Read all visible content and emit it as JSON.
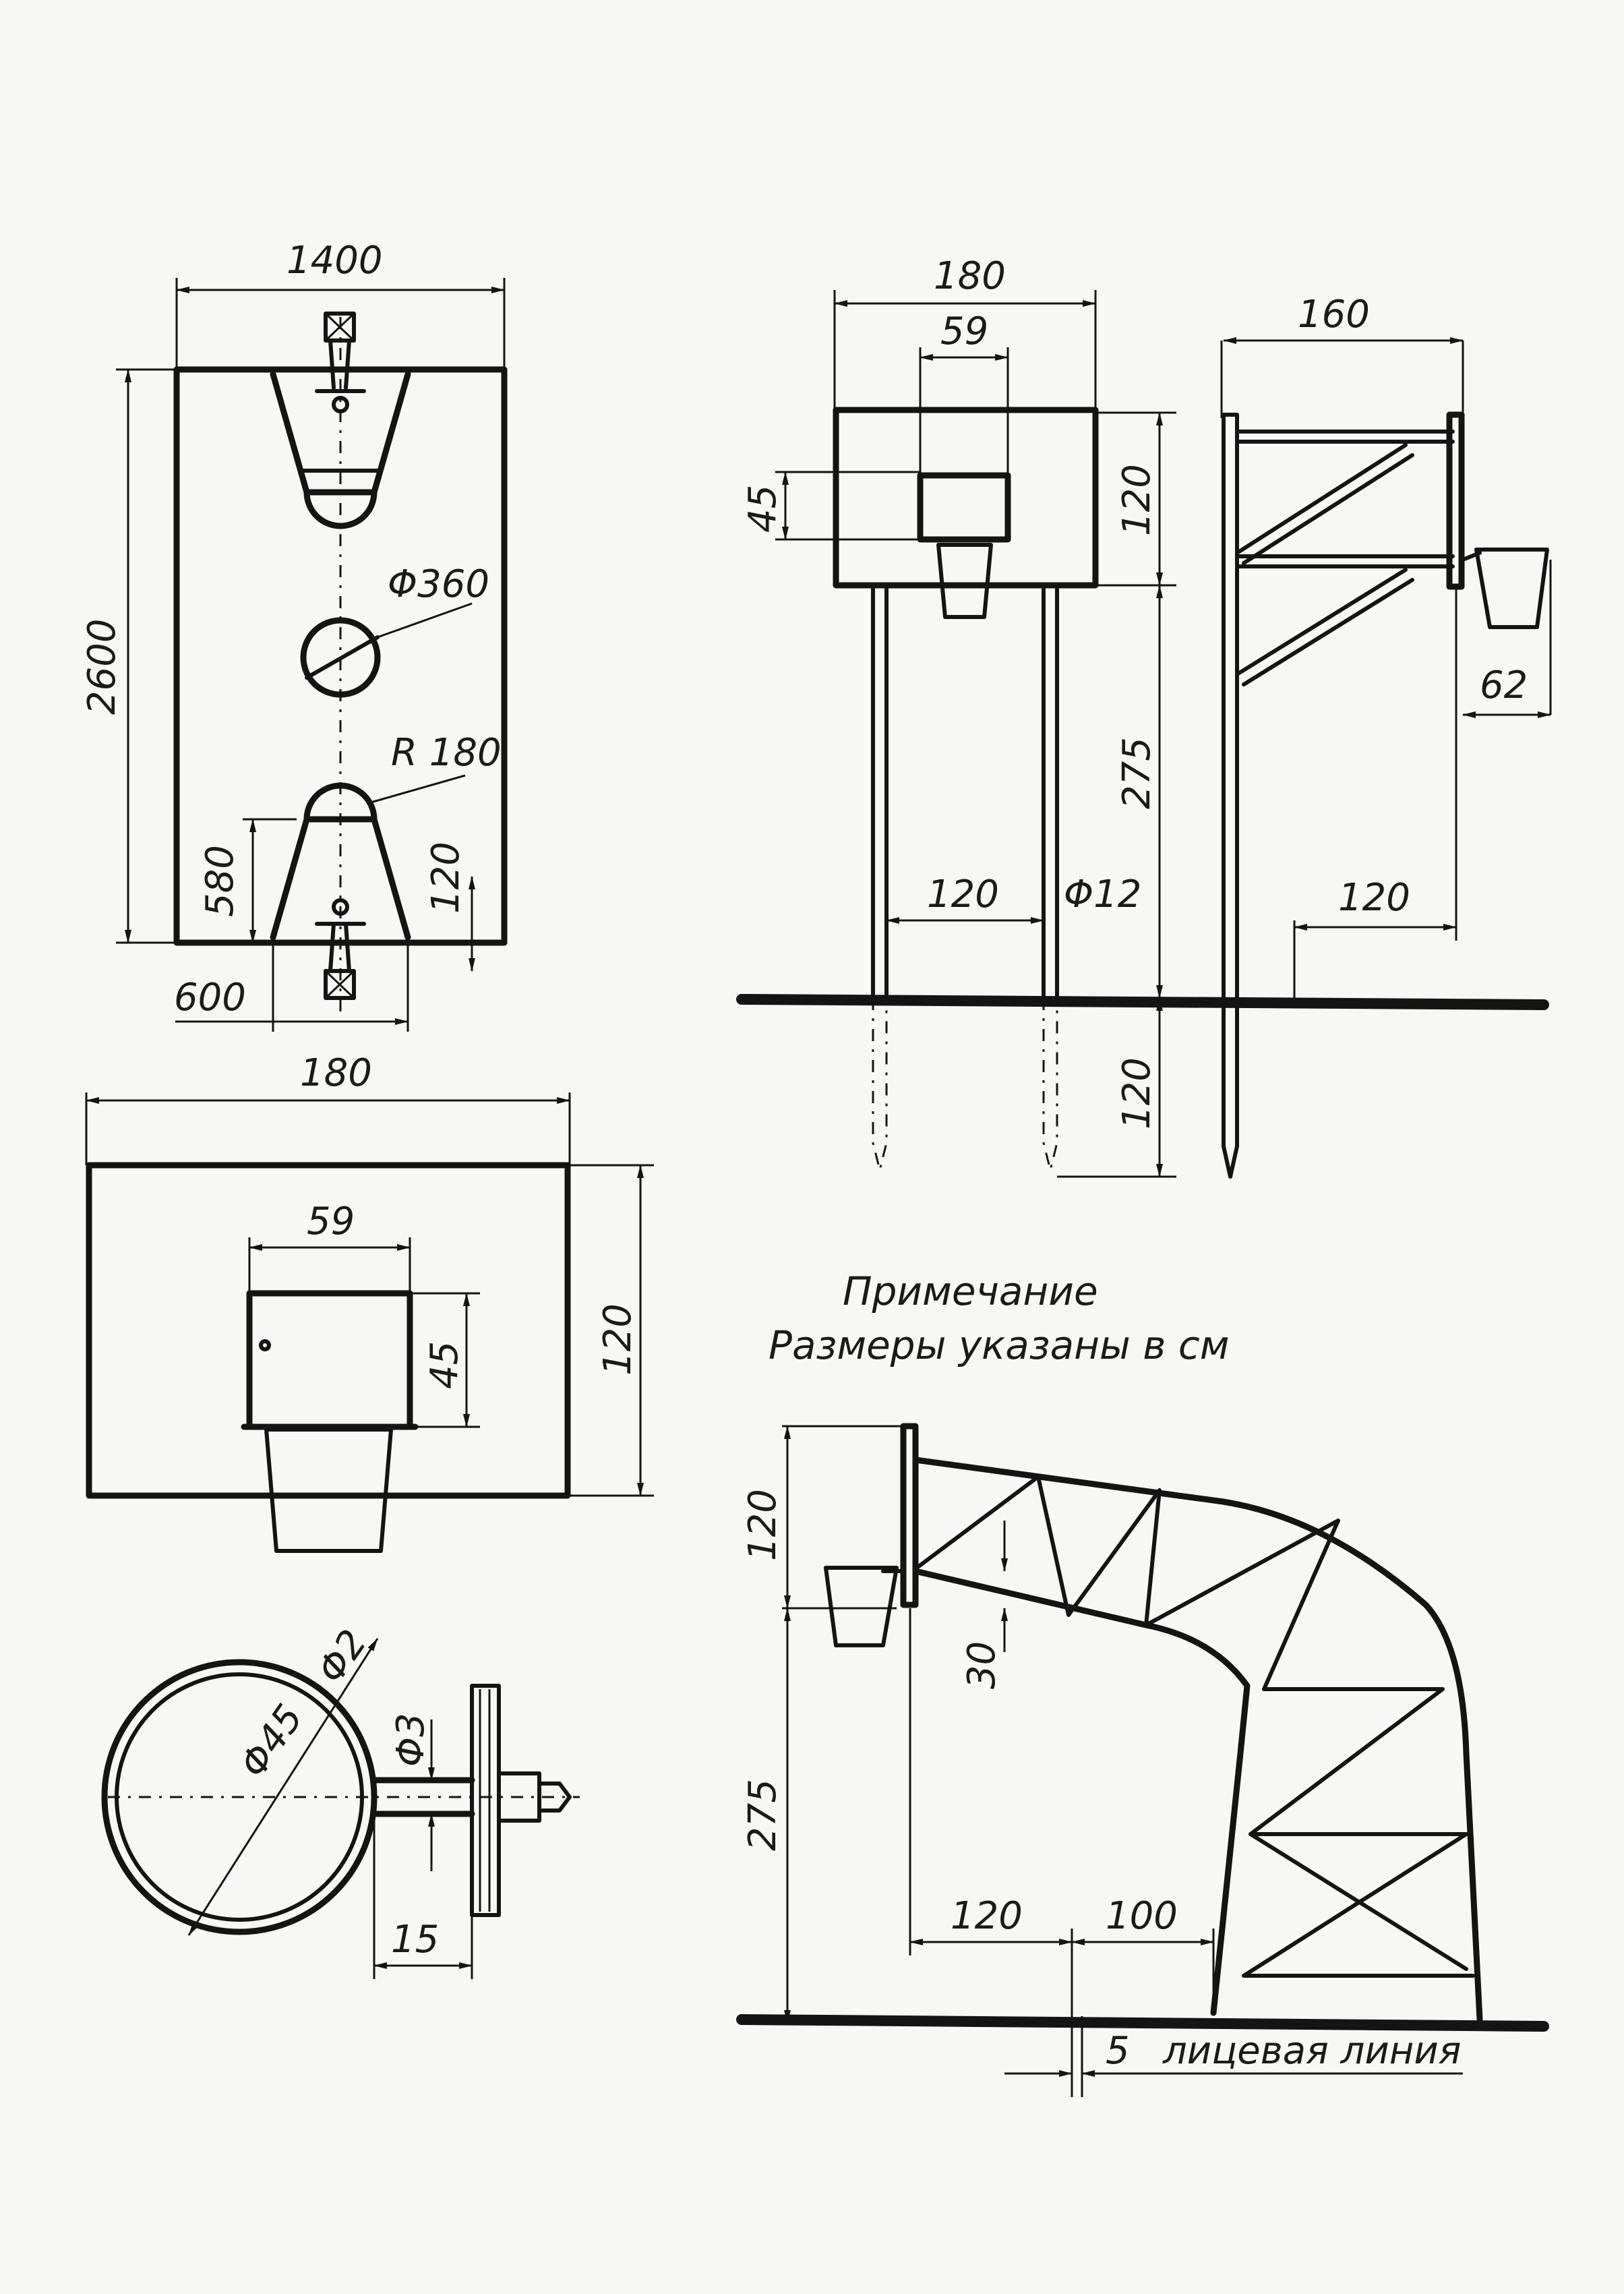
{
  "court_plan": {
    "width_label": "1400",
    "length_label": "2600",
    "circle_label": "Φ360",
    "radius_label": "R 180",
    "key_length_label": "580",
    "basket_offset_label": "120",
    "key_width_label": "600"
  },
  "backboard_front": {
    "width_label": "180",
    "target_width_label": "59",
    "target_height_label": "45",
    "height_label": "120"
  },
  "post_stand_front": {
    "width_label": "180",
    "target_width_label": "59",
    "target_height_label": "45",
    "board_height_label": "120",
    "rim_height_label": "275",
    "post_spacing_label": "120",
    "post_diameter_label": "Φ12",
    "burial_depth_label": "120"
  },
  "post_stand_side": {
    "depth_label": "160",
    "rim_overhang_label": "62",
    "offset_label": "120"
  },
  "rim_detail": {
    "rim_diameter_label": "Φ45",
    "wire_diameter_label": "Φ2",
    "bracket_diameter_label": "Φ3",
    "bracket_length_label": "15"
  },
  "note": {
    "title": "Примечание",
    "text": "Размеры указаны в см"
  },
  "truss_stand": {
    "board_height_label": "120",
    "rim_offset_label": "30",
    "rim_height_label": "275",
    "overhang_label": "120",
    "base_offset_label": "100",
    "line_offset_label": "5",
    "line_label": "лицевая линия"
  }
}
